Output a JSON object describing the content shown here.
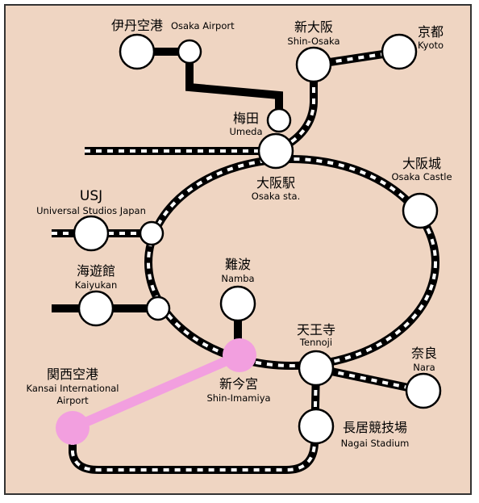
{
  "stations": {
    "osaka_airport": {
      "jp": "伊丹空港",
      "en": "Osaka Airport"
    },
    "shin_osaka": {
      "jp": "新大阪",
      "en": "Shin-Osaka"
    },
    "kyoto": {
      "jp": "京都",
      "en": "Kyoto"
    },
    "umeda": {
      "jp": "梅田",
      "en": "Umeda"
    },
    "osaka_sta": {
      "jp": "大阪駅",
      "en": "Osaka sta."
    },
    "osaka_castle": {
      "jp": "大阪城",
      "en": "Osaka Castle"
    },
    "usj": {
      "jp": "USJ",
      "en": "Universal Studios Japan"
    },
    "kaiyukan": {
      "jp": "海遊館",
      "en": "Kaiyukan"
    },
    "namba": {
      "jp": "難波",
      "en": "Namba"
    },
    "tennoji": {
      "jp": "天王寺",
      "en": "Tennoji"
    },
    "nara": {
      "jp": "奈良",
      "en": "Nara"
    },
    "kansai_airport": {
      "jp": "関西空港",
      "en1": "Kansai International",
      "en2": "Airport"
    },
    "shin_imamiya": {
      "jp": "新今宮",
      "en": "Shin-Imamiya"
    },
    "nagai_stadium": {
      "jp": "長居競技場",
      "en": "Nagai Stadium"
    }
  },
  "colors": {
    "background": "#efd5c2",
    "rail": "#000000",
    "kansai_line": "#f29fdf",
    "station_fill": "#ffffff"
  }
}
